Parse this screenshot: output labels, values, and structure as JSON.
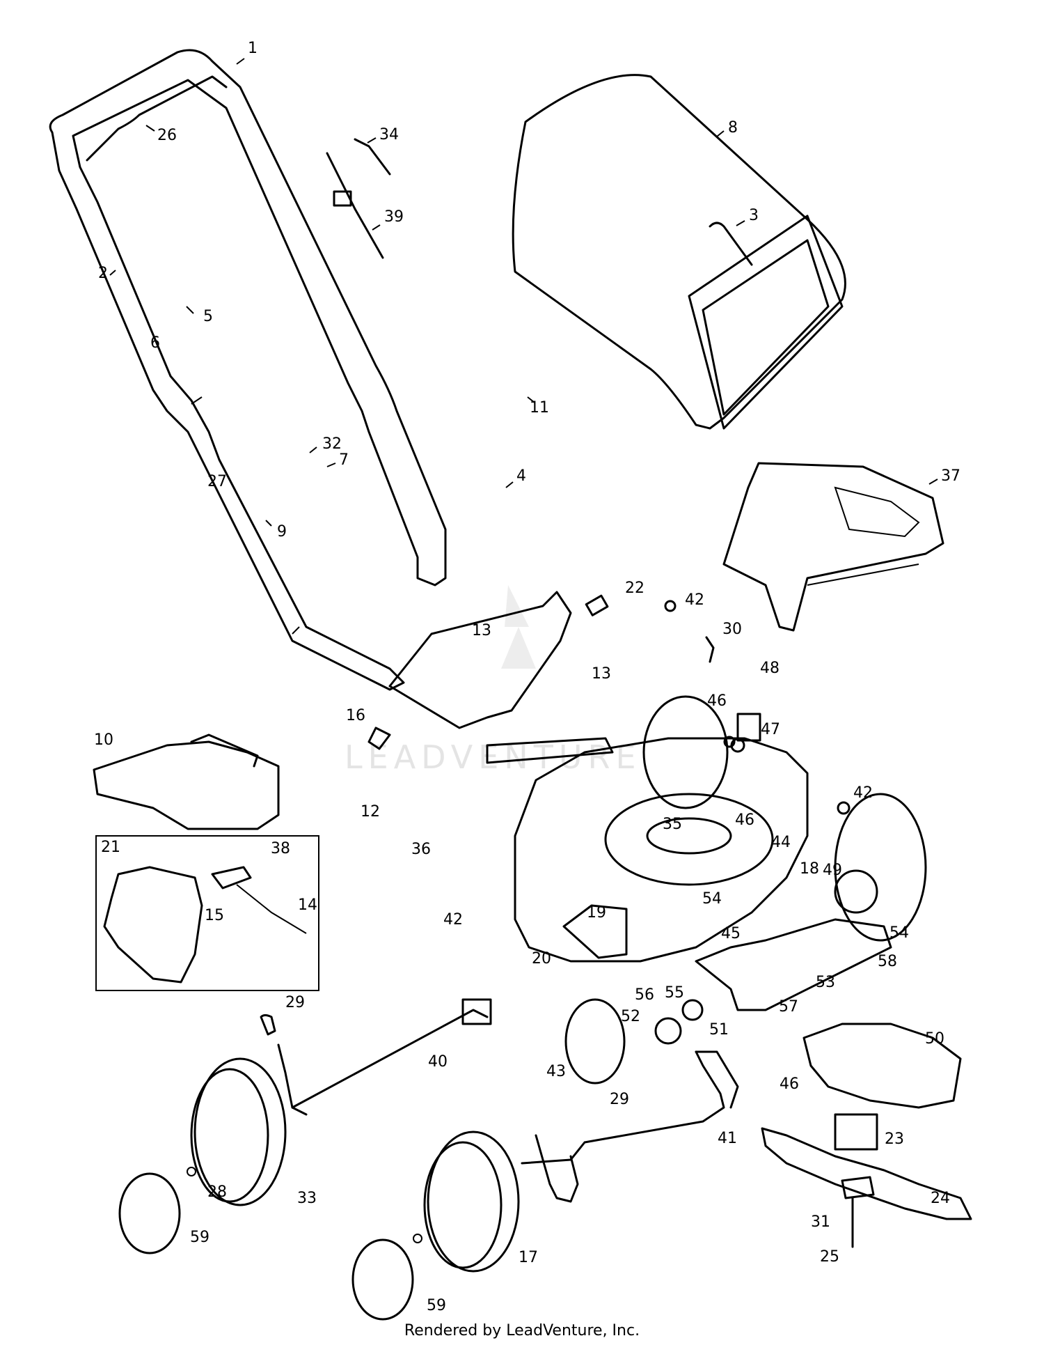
{
  "callouts": [
    {
      "id": "p1",
      "label": "1"
    },
    {
      "id": "p26",
      "label": "26"
    },
    {
      "id": "p34",
      "label": "34"
    },
    {
      "id": "p8",
      "label": "8"
    },
    {
      "id": "p39",
      "label": "39"
    },
    {
      "id": "p3",
      "label": "3"
    },
    {
      "id": "p2",
      "label": "2"
    },
    {
      "id": "p5",
      "label": "5"
    },
    {
      "id": "p6",
      "label": "6"
    },
    {
      "id": "p11",
      "label": "11"
    },
    {
      "id": "p32",
      "label": "32"
    },
    {
      "id": "p27",
      "label": "27"
    },
    {
      "id": "p7",
      "label": "7"
    },
    {
      "id": "p4",
      "label": "4"
    },
    {
      "id": "p9",
      "label": "9"
    },
    {
      "id": "p37",
      "label": "37"
    },
    {
      "id": "p22",
      "label": "22"
    },
    {
      "id": "p42a",
      "label": "42"
    },
    {
      "id": "p13a",
      "label": "13"
    },
    {
      "id": "p30",
      "label": "30"
    },
    {
      "id": "p48",
      "label": "48"
    },
    {
      "id": "p13b",
      "label": "13"
    },
    {
      "id": "p46a",
      "label": "46"
    },
    {
      "id": "p16",
      "label": "16"
    },
    {
      "id": "p47",
      "label": "47"
    },
    {
      "id": "p10",
      "label": "10"
    },
    {
      "id": "p42b",
      "label": "42"
    },
    {
      "id": "p12",
      "label": "12"
    },
    {
      "id": "p35",
      "label": "35"
    },
    {
      "id": "p46b",
      "label": "46"
    },
    {
      "id": "p36",
      "label": "36"
    },
    {
      "id": "p44",
      "label": "44"
    },
    {
      "id": "p21",
      "label": "21"
    },
    {
      "id": "p38",
      "label": "38"
    },
    {
      "id": "p18",
      "label": "18"
    },
    {
      "id": "p49",
      "label": "49"
    },
    {
      "id": "p54a",
      "label": "54"
    },
    {
      "id": "p15",
      "label": "15"
    },
    {
      "id": "p14",
      "label": "14"
    },
    {
      "id": "p42c",
      "label": "42"
    },
    {
      "id": "p19",
      "label": "19"
    },
    {
      "id": "p45",
      "label": "45"
    },
    {
      "id": "p54b",
      "label": "54"
    },
    {
      "id": "p20",
      "label": "20"
    },
    {
      "id": "p58",
      "label": "58"
    },
    {
      "id": "p53",
      "label": "53"
    },
    {
      "id": "p55",
      "label": "55"
    },
    {
      "id": "p56",
      "label": "56"
    },
    {
      "id": "p57",
      "label": "57"
    },
    {
      "id": "p29a",
      "label": "29"
    },
    {
      "id": "p52",
      "label": "52"
    },
    {
      "id": "p51",
      "label": "51"
    },
    {
      "id": "p50",
      "label": "50"
    },
    {
      "id": "p40",
      "label": "40"
    },
    {
      "id": "p43",
      "label": "43"
    },
    {
      "id": "p46c",
      "label": "46"
    },
    {
      "id": "p29b",
      "label": "29"
    },
    {
      "id": "p41",
      "label": "41"
    },
    {
      "id": "p23",
      "label": "23"
    },
    {
      "id": "p28",
      "label": "28"
    },
    {
      "id": "p33",
      "label": "33"
    },
    {
      "id": "p24",
      "label": "24"
    },
    {
      "id": "p31",
      "label": "31"
    },
    {
      "id": "p59a",
      "label": "59"
    },
    {
      "id": "p17",
      "label": "17"
    },
    {
      "id": "p25",
      "label": "25"
    },
    {
      "id": "p59b",
      "label": "59"
    }
  ],
  "watermark": "LEADVENTURE",
  "footer": "Rendered by LeadVenture, Inc."
}
